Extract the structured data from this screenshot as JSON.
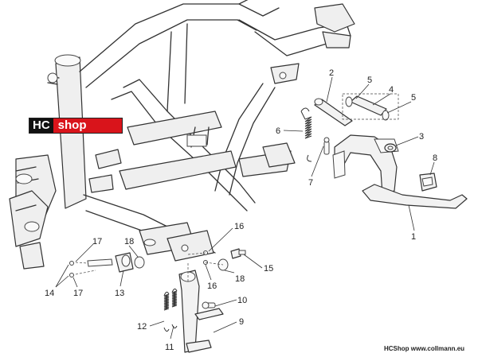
{
  "logo": {
    "left_text": "HC",
    "right_text": "shop",
    "colors": {
      "left": "#111111",
      "right": "#d9141b",
      "text": "#ffffff"
    }
  },
  "callouts": {
    "c1": "1",
    "c2": "2",
    "c3": "3",
    "c4": "4",
    "c5a": "5",
    "c5b": "5",
    "c6": "6",
    "c7": "7",
    "c8": "8",
    "c9": "9",
    "c10": "10",
    "c11": "11",
    "c12": "12",
    "c13": "13",
    "c14": "14",
    "c15": "15",
    "c16a": "16",
    "c16b": "16",
    "c17a": "17",
    "c17b": "17",
    "c18a": "18",
    "c18b": "18"
  },
  "footer": {
    "text": "HCShop www.collmann.eu"
  }
}
